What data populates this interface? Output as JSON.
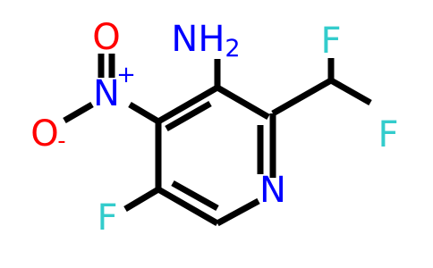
{
  "molecule": {
    "atoms": {
      "amine": {
        "symbol": "NH",
        "subscript": "2",
        "color": "#0000FF"
      },
      "ring_nitrogen": {
        "symbol": "N",
        "color": "#0000FF"
      },
      "nitro_nitrogen": {
        "symbol": "N",
        "charge": "+",
        "color": "#0000FF"
      },
      "nitro_oxygen_double": {
        "symbol": "O",
        "color": "#FF0000"
      },
      "nitro_oxygen_single": {
        "symbol": "O",
        "charge": "-",
        "color": "#FF0000"
      },
      "ring_fluorine": {
        "symbol": "F",
        "color": "#33CCCC"
      },
      "difluoromethyl_f1": {
        "symbol": "F",
        "color": "#33CCCC"
      },
      "difluoromethyl_f2": {
        "symbol": "F",
        "color": "#33CCCC"
      }
    },
    "bond_color": "#000000"
  }
}
